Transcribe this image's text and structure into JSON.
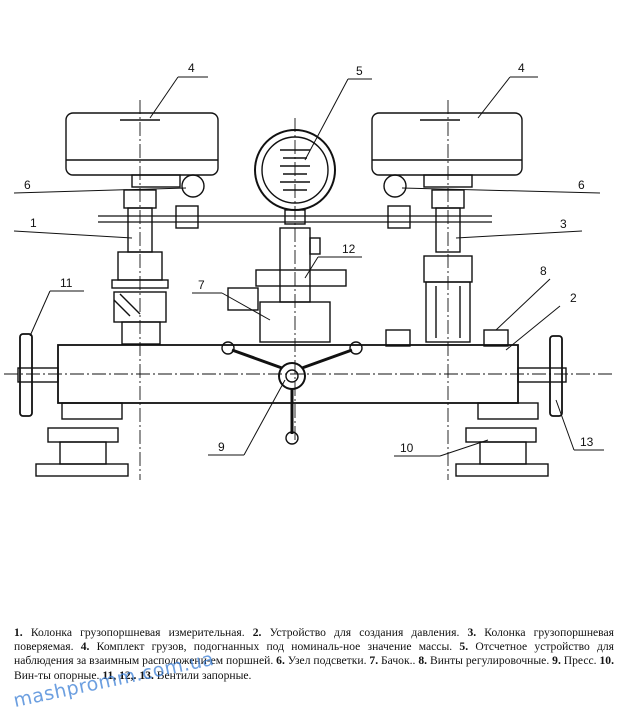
{
  "callouts": {
    "c1": "1",
    "c2": "2",
    "c3": "3",
    "c4_left": "4",
    "c4_right": "4",
    "c5": "5",
    "c6_left": "6",
    "c6_right": "6",
    "c7": "7",
    "c8": "8",
    "c9": "9",
    "c10": "10",
    "c11": "11",
    "c12": "12",
    "c13": "13"
  },
  "legend": {
    "items": [
      {
        "num": "1.",
        "text": "Колонка грузопоршневая измерительная."
      },
      {
        "num": "2.",
        "text": "Устройство для создания давления."
      },
      {
        "num": "3.",
        "text": "Колонка грузопоршневая поверяемая."
      },
      {
        "num": "4.",
        "text": "Комплект грузов, подогнанных под номиналь-ное значение массы."
      },
      {
        "num": "5.",
        "text": "Отсчетное устройство для наблюдения за взаимным расположени-ем поршней."
      },
      {
        "num": "6.",
        "text": "Узел подсветки."
      },
      {
        "num": "7.",
        "text": "Бачок.."
      },
      {
        "num": "8.",
        "text": "Винты регулировочные."
      },
      {
        "num": "9.",
        "text": "Пресс."
      },
      {
        "num": "10.",
        "text": "Вин-ты опорные."
      },
      {
        "num": "11, 12,. 13.",
        "text": "Вентили запорные."
      }
    ]
  },
  "watermark": "mashpromm.com.ua"
}
